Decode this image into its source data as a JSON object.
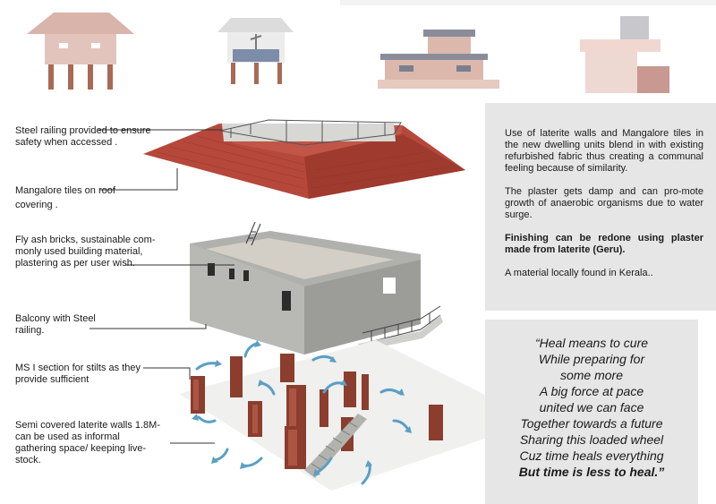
{
  "labels": {
    "steel_railing": [
      "Steel railing provided to ensure",
      "safety when accessed ."
    ],
    "mangalore_tiles": [
      "Mangalore tiles  on roof",
      "covering ."
    ],
    "fly_ash": [
      "Fly ash bricks, sustainable com-",
      "monly used building material,",
      "plastering as per user wish."
    ],
    "balcony": [
      "Balcony with Steel",
      "railing."
    ],
    "ms_section": [
      "MS I section for stilts as they",
      "provide sufficient"
    ],
    "laterite_walls": [
      "Semi covered laterite walls 1.8M-",
      "can be used as informal",
      "gathering space/ keeping live-",
      "stock."
    ]
  },
  "panel": {
    "para1": "Use of laterite walls and Mangalore tiles in the new dwelling units blend in with existing refurbished fabric thus creating a communal feeling because of similarity.",
    "para2": "The plaster gets damp and can pro-mote growth of anaerobic organisms due to water surge.",
    "para3": "Finishing can be redone using plaster made from laterite (Geru).",
    "para4": "A material locally found in Kerala.."
  },
  "poem": {
    "lines": [
      "“Heal means to cure",
      "While preparing for",
      "some more",
      "A big force at pace",
      "united we can face",
      "Together towards a future",
      "Sharing this loaded wheel",
      "Cuz time heals everything"
    ],
    "last_line": "But time is less to heal.”"
  },
  "colors": {
    "roof_tile": "#b5483a",
    "house_pink": "#d9b4aa",
    "stilt": "#a86a55",
    "panel_bg": "#e6e6e6",
    "arrow": "#5a9fc4",
    "block_wall": "#a9a9a6"
  }
}
